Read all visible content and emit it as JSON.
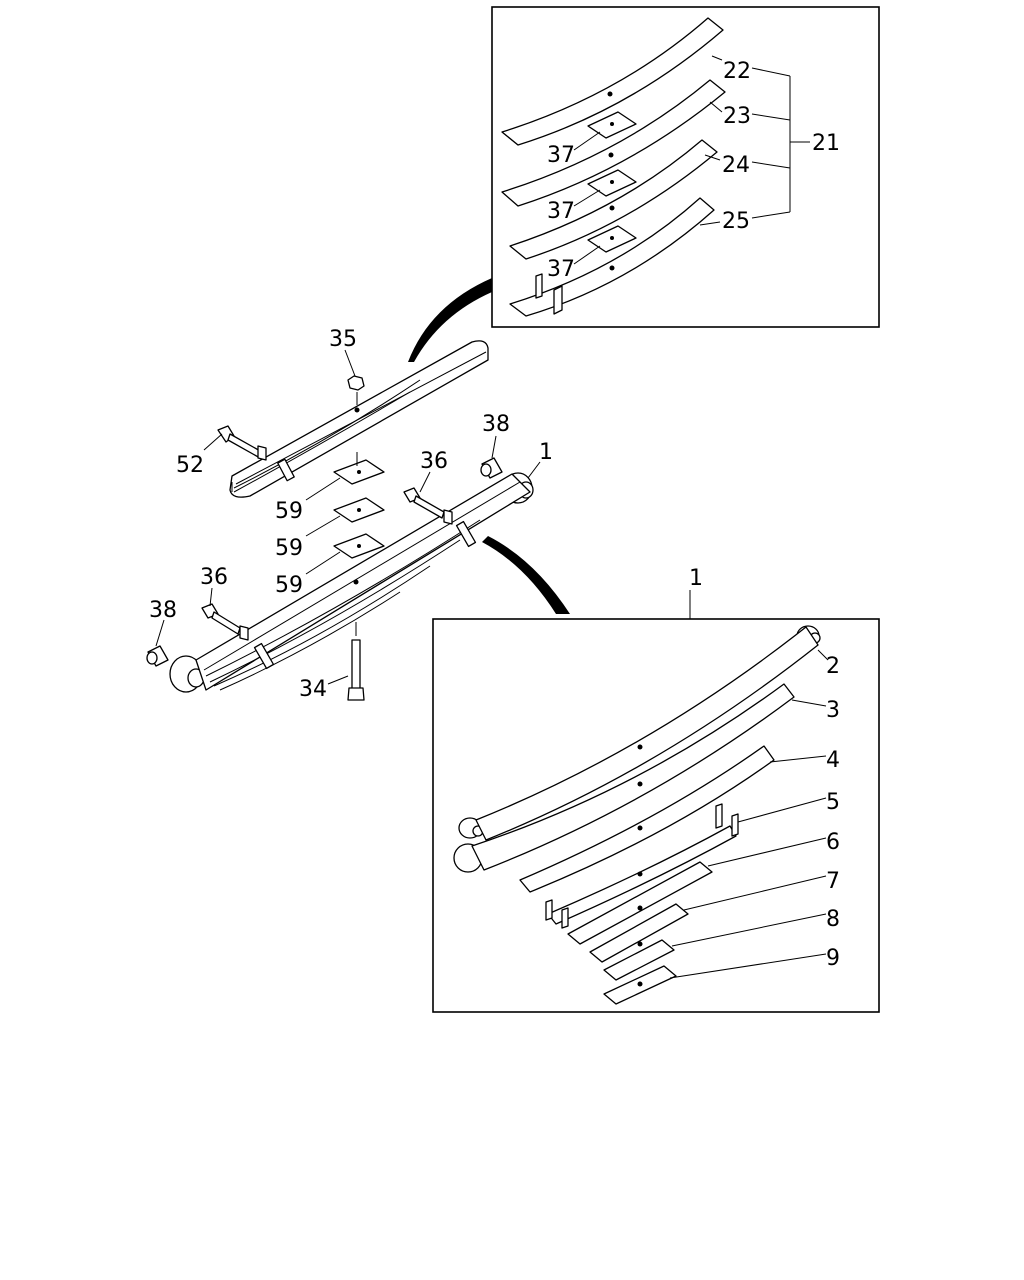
{
  "callouts": {
    "top_inset": {
      "c22": "22",
      "c23": "23",
      "c24": "24",
      "c25": "25",
      "c21": "21",
      "c37a": "37",
      "c37b": "37",
      "c37c": "37"
    },
    "assembly": {
      "c35": "35",
      "c52": "52",
      "c38_top": "38",
      "c1": "1",
      "c36_top": "36",
      "c59a": "59",
      "c59b": "59",
      "c59c": "59",
      "c36_bottom": "36",
      "c38_bottom": "38",
      "c34": "34"
    },
    "bottom_inset": {
      "c1_title": "1",
      "c2": "2",
      "c3": "3",
      "c4": "4",
      "c5": "5",
      "c6": "6",
      "c7": "7",
      "c8": "8",
      "c9": "9"
    }
  }
}
